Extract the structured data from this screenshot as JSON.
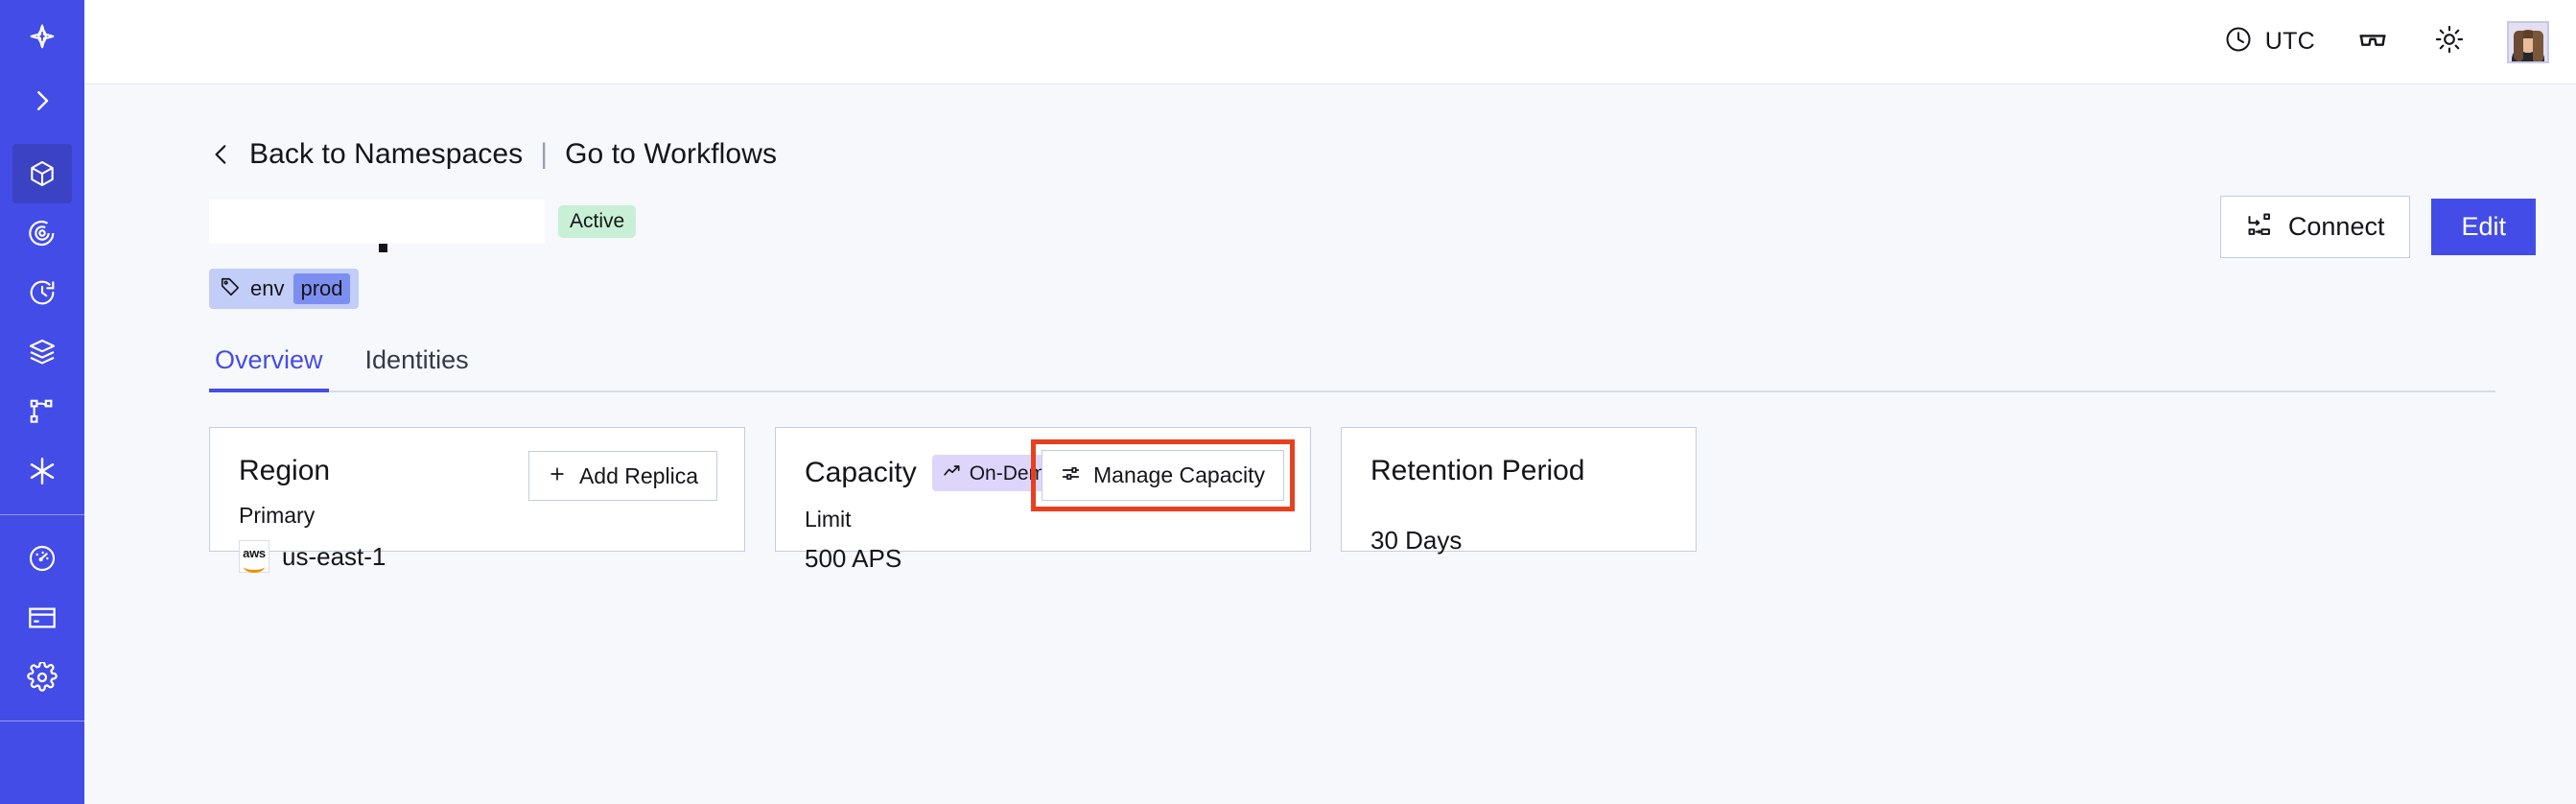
{
  "sidebar": {
    "items": [
      {
        "name": "temporal-logo",
        "icon": "temporal-logo-icon",
        "active": false
      },
      {
        "name": "expand-nav",
        "icon": "chevron-right-icon",
        "active": false
      },
      {
        "name": "namespaces",
        "icon": "cube-icon",
        "active": true
      },
      {
        "name": "observability",
        "icon": "eye-icon",
        "active": false
      },
      {
        "name": "schedules",
        "icon": "clock-history-icon",
        "active": false
      },
      {
        "name": "batch-operations",
        "icon": "layers-icon",
        "active": false
      },
      {
        "name": "workflows",
        "icon": "workflow-graph-icon",
        "active": false
      },
      {
        "name": "nexus",
        "icon": "asterisk-icon",
        "active": false
      },
      {
        "name": "usage",
        "icon": "gauge-icon",
        "active": false
      },
      {
        "name": "billing",
        "icon": "credit-card-icon",
        "active": false
      },
      {
        "name": "settings",
        "icon": "gear-icon",
        "active": false
      }
    ]
  },
  "topbar": {
    "timezone": "UTC",
    "clock_icon": "clock-icon",
    "glasses_icon": "glasses-icon",
    "theme_icon": "sun-icon",
    "avatar_alt": "user-avatar"
  },
  "breadcrumb": {
    "back_icon": "chevron-left-icon",
    "back_label": "Back to Namespaces",
    "separator": "|",
    "link_label": "Go to Workflows"
  },
  "header": {
    "namespace_name": "",
    "status": "Active",
    "connect_label": "Connect",
    "connect_icon": "connect-icon",
    "edit_label": "Edit",
    "tag": {
      "icon": "tag-icon",
      "key": "env",
      "value": "prod"
    }
  },
  "tabs": [
    {
      "label": "Overview",
      "active": true
    },
    {
      "label": "Identities",
      "active": false
    }
  ],
  "cards": {
    "region": {
      "title": "Region",
      "button_label": "Add Replica",
      "button_icon": "plus-icon",
      "sub_label": "Primary",
      "provider_icon": "aws-logo-icon",
      "provider_text": "aws",
      "value": "us-east-1"
    },
    "capacity": {
      "title": "Capacity",
      "badge_label": "On-Demand",
      "badge_icon": "trending-up-icon",
      "button_label": "Manage Capacity",
      "button_icon": "sliders-icon",
      "sub_label": "Limit",
      "value": "500 APS",
      "highlighted": true
    },
    "retention": {
      "title": "Retention Period",
      "value": "30 Days"
    }
  },
  "colors": {
    "brand": "#444ce7",
    "sidebar_active": "#3b42c4",
    "page_bg": "#f7f8fb",
    "card_border": "#c5cde2",
    "status_active_bg": "#c8f0d6",
    "tag_bg": "#c2cdf8",
    "tag_value_bg": "#7c8ff0",
    "badge_bg": "#ddd6fa",
    "highlight_outline": "#e8401f",
    "aws_orange": "#f09000"
  }
}
